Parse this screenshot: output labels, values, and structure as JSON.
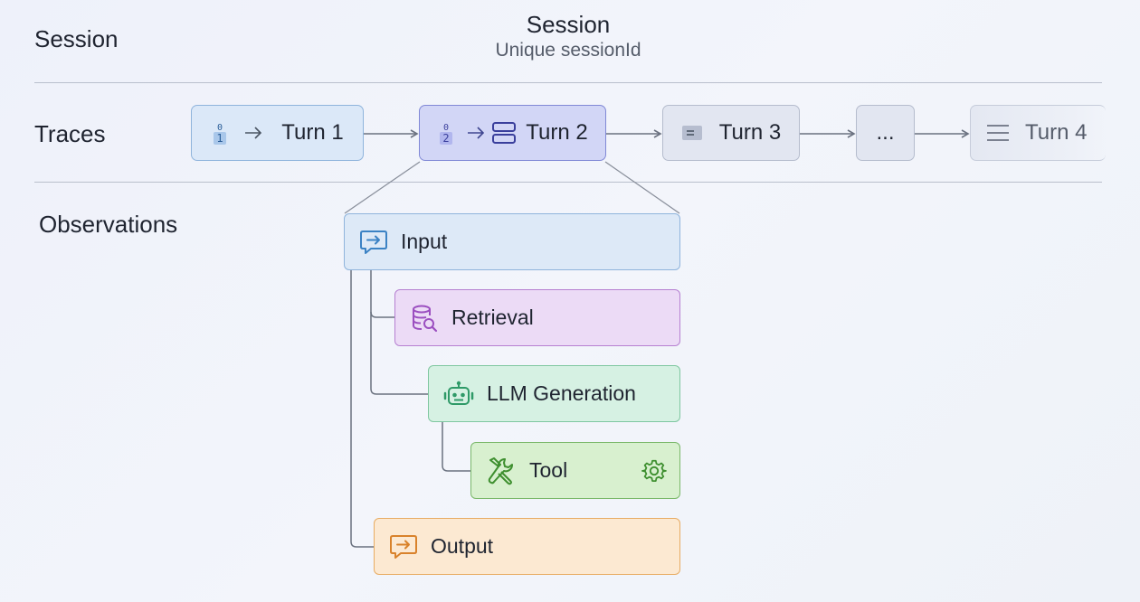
{
  "session": {
    "row_label": "Session",
    "title": "Session",
    "subtitle": "Unique sessionId"
  },
  "traces": {
    "row_label": "Traces",
    "turns": [
      {
        "label": "Turn 1",
        "badge_top": "0",
        "badge_bottom": "1"
      },
      {
        "label": "Turn 2",
        "badge_top": "0",
        "badge_bottom": "2"
      },
      {
        "label": "Turn 3"
      },
      {
        "label": "..."
      },
      {
        "label": "Turn 4"
      }
    ]
  },
  "observations": {
    "row_label": "Observations",
    "items": [
      {
        "label": "Input",
        "icon": "chat-arrow-icon",
        "color": "#3b82c4"
      },
      {
        "label": "Retrieval",
        "icon": "database-search-icon",
        "color": "#9b4fc0"
      },
      {
        "label": "LLM Generation",
        "icon": "robot-icon",
        "color": "#2f9a68"
      },
      {
        "label": "Tool",
        "icon": "wrench-screwdriver-icon",
        "secondary_icon": "gear-icon",
        "color": "#3e8f2f"
      },
      {
        "label": "Output",
        "icon": "chat-arrow-icon",
        "color": "#d9822b"
      }
    ]
  },
  "colors": {
    "connector": "#6b7280",
    "divider": "#b9bfcc",
    "turn1_border": "#8fb4dc",
    "turn2_border": "#8088d6"
  }
}
